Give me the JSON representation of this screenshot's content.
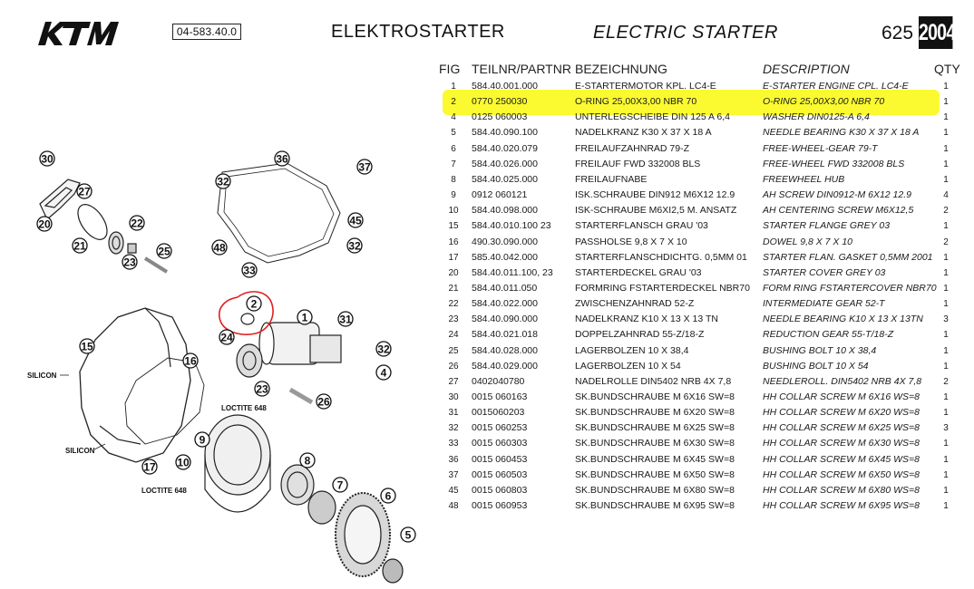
{
  "header": {
    "brand": "KTM",
    "part_number": "04-583.40.0",
    "title_de": "ELEKTROSTARTER",
    "title_en": "ELECTRIC STARTER",
    "engine": "625",
    "year": "2004"
  },
  "table": {
    "headers": {
      "fig": "FIG",
      "part": "TEILNR/PARTNR",
      "de": "BEZEICHNUNG",
      "en": "DESCRIPTION",
      "qty": "QTY"
    },
    "highlight_color": "#fbfa1e",
    "highlighted_row": 1,
    "rows": [
      {
        "fig": "1",
        "part": "584.40.001.000",
        "de": "E-STARTERMOTOR KPL. LC4-E",
        "en": "E-STARTER ENGINE CPL. LC4-E",
        "qty": "1"
      },
      {
        "fig": "2",
        "part": "0770 250030",
        "de": "O-RING 25,00X3,00 NBR 70",
        "en": "O-RING  25,00X3,00  NBR 70",
        "qty": "1"
      },
      {
        "fig": "4",
        "part": "0125 060003",
        "de": "UNTERLEGSCHEIBE DIN 125 A 6,4",
        "en": "WASHER DIN0125-A  6,4",
        "qty": "1"
      },
      {
        "fig": "5",
        "part": "584.40.090.100",
        "de": "NADELKRANZ K30 X 37 X 18 A",
        "en": "NEEDLE BEARING  K30 X 37 X 18 A",
        "qty": "1"
      },
      {
        "fig": "6",
        "part": "584.40.020.079",
        "de": "FREILAUFZAHNRAD 79-Z",
        "en": "FREE-WHEEL-GEAR  79-T",
        "qty": "1"
      },
      {
        "fig": "7",
        "part": "584.40.026.000",
        "de": "FREILAUF FWD 332008 BLS",
        "en": "FREE-WHEEL FWD  332008 BLS",
        "qty": "1"
      },
      {
        "fig": "8",
        "part": "584.40.025.000",
        "de": "FREILAUFNABE",
        "en": "FREEWHEEL HUB",
        "qty": "1"
      },
      {
        "fig": "9",
        "part": "0912 060121",
        "de": "ISK.SCHRAUBE DIN912 M6X12 12.9",
        "en": "AH SCREW DIN0912-M  6X12  12.9",
        "qty": "4"
      },
      {
        "fig": "10",
        "part": "584.40.098.000",
        "de": "ISK-SCHRAUBE M6XI2,5 M. ANSATZ",
        "en": "AH CENTERING SCREW M6X12,5",
        "qty": "2"
      },
      {
        "fig": "15",
        "part": "584.40.010.100 23",
        "de": "STARTERFLANSCH GRAU         '03",
        "en": "STARTER FLANGE GREY        03",
        "qty": "1"
      },
      {
        "fig": "16",
        "part": "490.30.090.000",
        "de": "PASSHOLSE 9,8 X 7 X 10",
        "en": "DOWEL  9,8 X 7 X 10",
        "qty": "2"
      },
      {
        "fig": "17",
        "part": "585.40.042.000",
        "de": "STARTERFLANSCHDICHTG. 0,5MM 01",
        "en": "STARTER FLAN. GASKET 0,5MM  2001",
        "qty": "1"
      },
      {
        "fig": "20",
        "part": "584.40.011.100, 23",
        "de": "STARTERDECKEL GRAU          '03",
        "en": "STARTER COVER GREY         03",
        "qty": "1"
      },
      {
        "fig": "21",
        "part": "584.40.011.050",
        "de": "FORMRING FSTARTERDECKEL NBR70",
        "en": "FORM RING FSTARTERCOVER NBR70",
        "qty": "1"
      },
      {
        "fig": "22",
        "part": "584.40.022.000",
        "de": "ZWISCHENZAHNRAD 52-Z",
        "en": "INTERMEDIATE GEAR  52-T",
        "qty": "1"
      },
      {
        "fig": "23",
        "part": "584.40.090.000",
        "de": "NADELKRANZ K10 X 13 X 13 TN",
        "en": "NEEDLE BEARING K10 X  13 X 13TN",
        "qty": "3"
      },
      {
        "fig": "24",
        "part": "584.40.021.018",
        "de": "DOPPELZAHNRAD 55-Z/18-Z",
        "en": "REDUCTION GEAR  55-T/18-Z",
        "qty": "1"
      },
      {
        "fig": "25",
        "part": "584.40.028.000",
        "de": "LAGERBOLZEN 10 X 38,4",
        "en": "BUSHING BOLT 10 X 38,4",
        "qty": "1"
      },
      {
        "fig": "26",
        "part": "584.40.029.000",
        "de": "LAGERBOLZEN 10 X 54",
        "en": "BUSHING BOLT 10 X 54",
        "qty": "1"
      },
      {
        "fig": "27",
        "part": "0402040780",
        "de": "NADELROLLE DIN5402 NRB 4X 7,8",
        "en": "NEEDLEROLL.  DIN5402  NRB  4X 7,8",
        "qty": "2"
      },
      {
        "fig": "30",
        "part": "0015 060163",
        "de": "SK.BUNDSCHRAUBE M 6X16 SW=8",
        "en": "HH COLLAR SCREW M  6X16     WS=8",
        "qty": "1"
      },
      {
        "fig": "31",
        "part": "0015060203",
        "de": "SK.BUNDSCHRAUBE M 6X20 SW=8",
        "en": "HH COLLAR SCREW M  6X20     WS=8",
        "qty": "1"
      },
      {
        "fig": "32",
        "part": "0015 060253",
        "de": "SK.BUNDSCHRAUBE M 6X25 SW=8",
        "en": "HH COLLAR SCREW M  6X25     WS=8",
        "qty": "3"
      },
      {
        "fig": "33",
        "part": "0015 060303",
        "de": "SK.BUNDSCHRAUBE M 6X30 SW=8",
        "en": "HH COLLAR SCREW M  6X30     WS=8",
        "qty": "1"
      },
      {
        "fig": "36",
        "part": "0015 060453",
        "de": "SK.BUNDSCHRAUBE M 6X45 SW=8",
        "en": "HH COLLAR SCREW M  6X45     WS=8",
        "qty": "1"
      },
      {
        "fig": "37",
        "part": "0015 060503",
        "de": "SK.BUNDSCHRAUBE M 6X50 SW=8",
        "en": "HH COLLAR SCREW M  6X50     WS=8",
        "qty": "1"
      },
      {
        "fig": "45",
        "part": "0015 060803",
        "de": "SK.BUNDSCHRAUBE M 6X80 SW=8",
        "en": "HH COLLAR SCREW M  6X80     WS=8",
        "qty": "1"
      },
      {
        "fig": "48",
        "part": "0015 060953",
        "de": "SK.BUNDSCHRAUBE M 6X95 SW=8",
        "en": "HH COLLAR SCREW M  6X95     WS=8",
        "qty": "1"
      }
    ]
  },
  "diagram": {
    "callouts": [
      "30",
      "27",
      "20",
      "21",
      "22",
      "23",
      "25",
      "36",
      "37",
      "32",
      "45",
      "48",
      "32",
      "33",
      "2",
      "1",
      "31",
      "24",
      "32",
      "4",
      "15",
      "16",
      "23",
      "26",
      "9",
      "10",
      "17",
      "8",
      "7",
      "6",
      "5"
    ],
    "labels": {
      "silicon_1": "SILICON",
      "silicon_2": "SILICON",
      "loctite_1": "LOCTITE 648",
      "loctite_2": "LOCTITE 648"
    },
    "annotation_color": "#e02020"
  }
}
